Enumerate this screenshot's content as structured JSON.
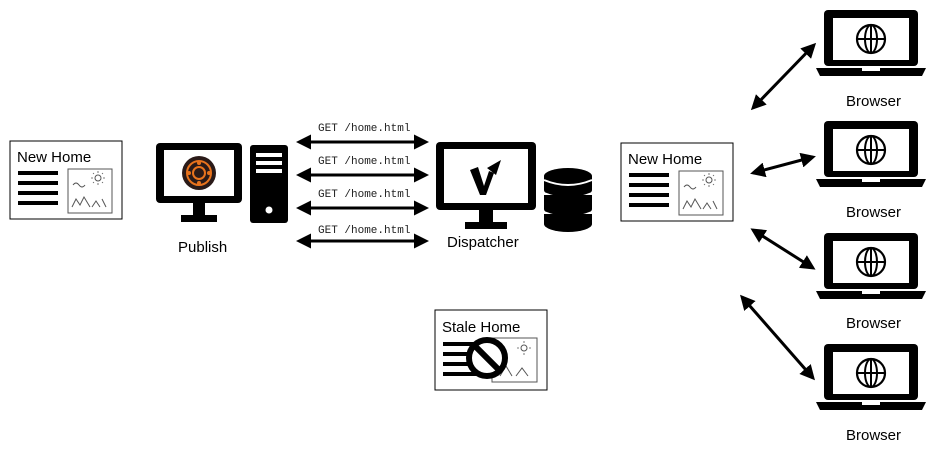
{
  "left_page": {
    "title": "New Home"
  },
  "publish": {
    "label": "Publish"
  },
  "requests": [
    {
      "label": "GET /home.html"
    },
    {
      "label": "GET /home.html"
    },
    {
      "label": "GET /home.html"
    },
    {
      "label": "GET /home.html"
    }
  ],
  "dispatcher": {
    "label": "Dispatcher"
  },
  "cached_page": {
    "title": "New Home"
  },
  "stale_page": {
    "title": "Stale Home"
  },
  "browsers": [
    {
      "label": "Browser"
    },
    {
      "label": "Browser"
    },
    {
      "label": "Browser"
    },
    {
      "label": "Browser"
    }
  ]
}
